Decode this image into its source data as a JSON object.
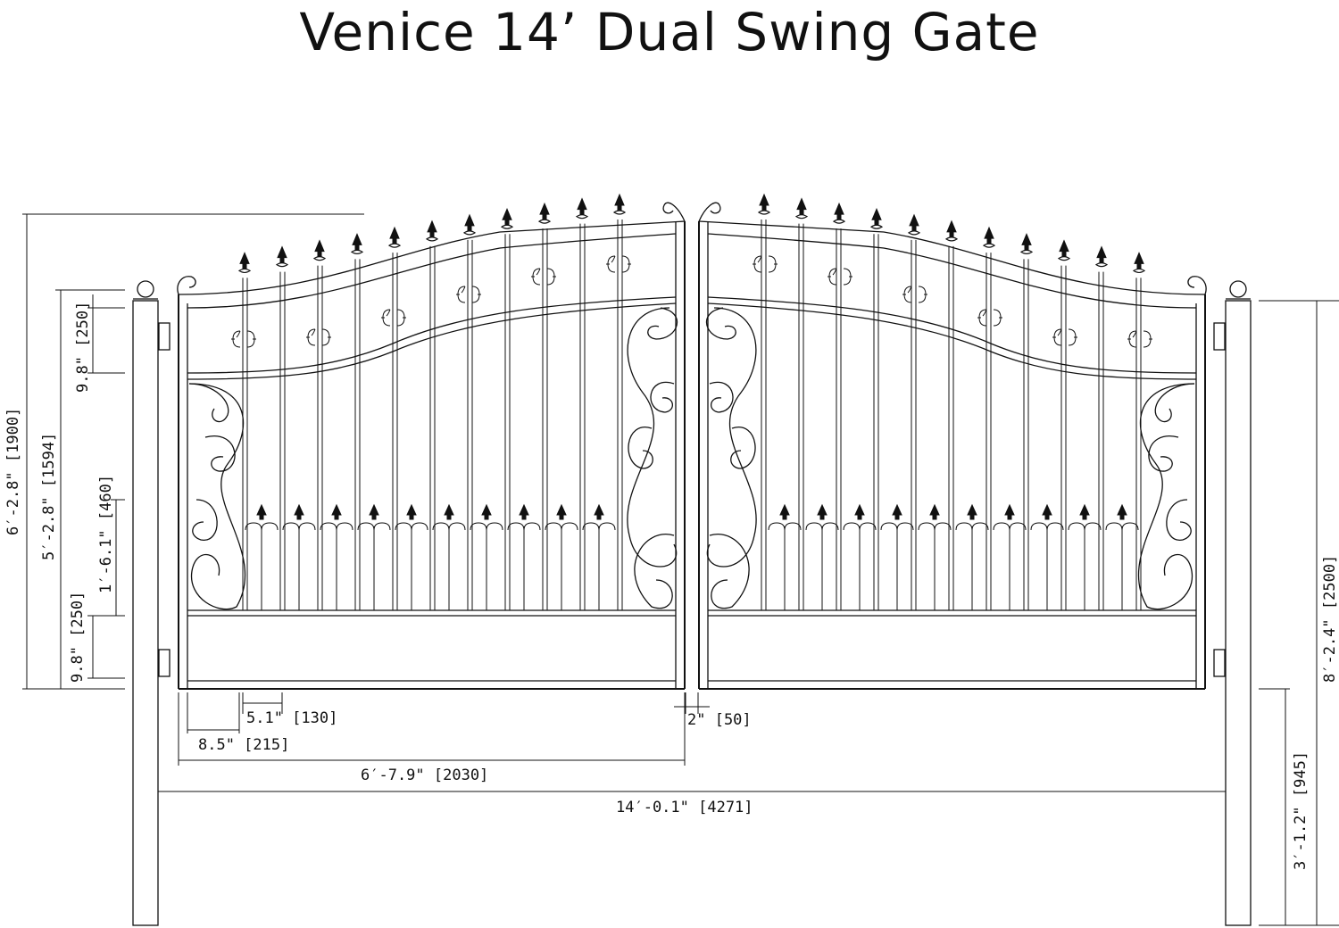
{
  "title": "Venice 14’ Dual Swing Gate",
  "colors": {
    "line": "#111111",
    "background": "#ffffff"
  },
  "dimensions": {
    "overall_height": "6′-2.8\" [1900]",
    "frame_height": "5′-2.8\" [1594]",
    "top_band": "9.8\" [250]",
    "picket_height": "1′-6.1\" [460]",
    "bottom_band": "9.8\" [250]",
    "picket_spacing": "5.1\" [130]",
    "edge_offset": "8.5\" [215]",
    "leaf_width": "6′-7.9\" [2030]",
    "gap": "2\" [50]",
    "total_width": "14′-0.1\" [4271]",
    "post_height": "8′-2.4\" [2500]",
    "post_embed": "3′-1.2\" [945]"
  }
}
